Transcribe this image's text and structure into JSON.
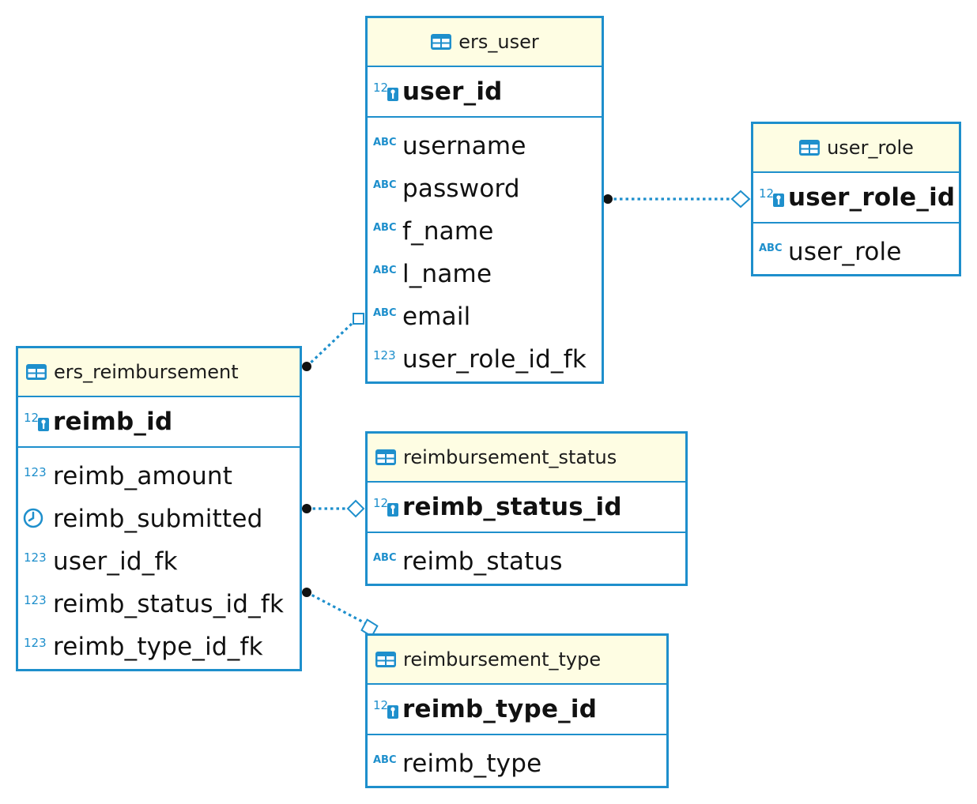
{
  "diagram": {
    "entities": {
      "ers_user": {
        "title": "ers_user",
        "pk": {
          "name": "user_id",
          "icon": "key-number-icon"
        },
        "columns": [
          {
            "name": "username",
            "icon": "abc-icon"
          },
          {
            "name": "password",
            "icon": "abc-icon"
          },
          {
            "name": "f_name",
            "icon": "abc-icon"
          },
          {
            "name": "l_name",
            "icon": "abc-icon"
          },
          {
            "name": "email",
            "icon": "abc-icon"
          },
          {
            "name": "user_role_id_fk",
            "icon": "number-icon"
          }
        ]
      },
      "user_role": {
        "title": "user_role",
        "pk": {
          "name": "user_role_id",
          "icon": "key-number-icon"
        },
        "columns": [
          {
            "name": "user_role",
            "icon": "abc-icon"
          }
        ]
      },
      "ers_reimbursement": {
        "title": "ers_reimbursement",
        "pk": {
          "name": "reimb_id",
          "icon": "key-number-icon"
        },
        "columns": [
          {
            "name": "reimb_amount",
            "icon": "number-icon"
          },
          {
            "name": "reimb_submitted",
            "icon": "clock-icon"
          },
          {
            "name": "user_id_fk",
            "icon": "number-icon"
          },
          {
            "name": "reimb_status_id_fk",
            "icon": "number-icon"
          },
          {
            "name": "reimb_type_id_fk",
            "icon": "number-icon"
          }
        ]
      },
      "reimbursement_status": {
        "title": "reimbursement_status",
        "pk": {
          "name": "reimb_status_id",
          "icon": "key-number-icon"
        },
        "columns": [
          {
            "name": "reimb_status",
            "icon": "abc-icon"
          }
        ]
      },
      "reimbursement_type": {
        "title": "reimbursement_type",
        "pk": {
          "name": "reimb_type_id",
          "icon": "key-number-icon"
        },
        "columns": [
          {
            "name": "reimb_type",
            "icon": "abc-icon"
          }
        ]
      }
    },
    "relationships": [
      {
        "from": "ers_user",
        "to": "user_role",
        "end_marker": "diamond"
      },
      {
        "from": "ers_reimbursement",
        "to": "ers_user",
        "end_marker": "square"
      },
      {
        "from": "ers_reimbursement",
        "to": "reimbursement_status",
        "end_marker": "diamond"
      },
      {
        "from": "ers_reimbursement",
        "to": "reimbursement_type",
        "end_marker": "diamond"
      }
    ],
    "colors": {
      "border": "#1e8fcc",
      "header": "#fefde3",
      "icon": "#1e8fcc",
      "link": "#1e8fcc"
    },
    "icon_text": {
      "abc": "ABC",
      "num": "123",
      "key_num": "12"
    }
  }
}
